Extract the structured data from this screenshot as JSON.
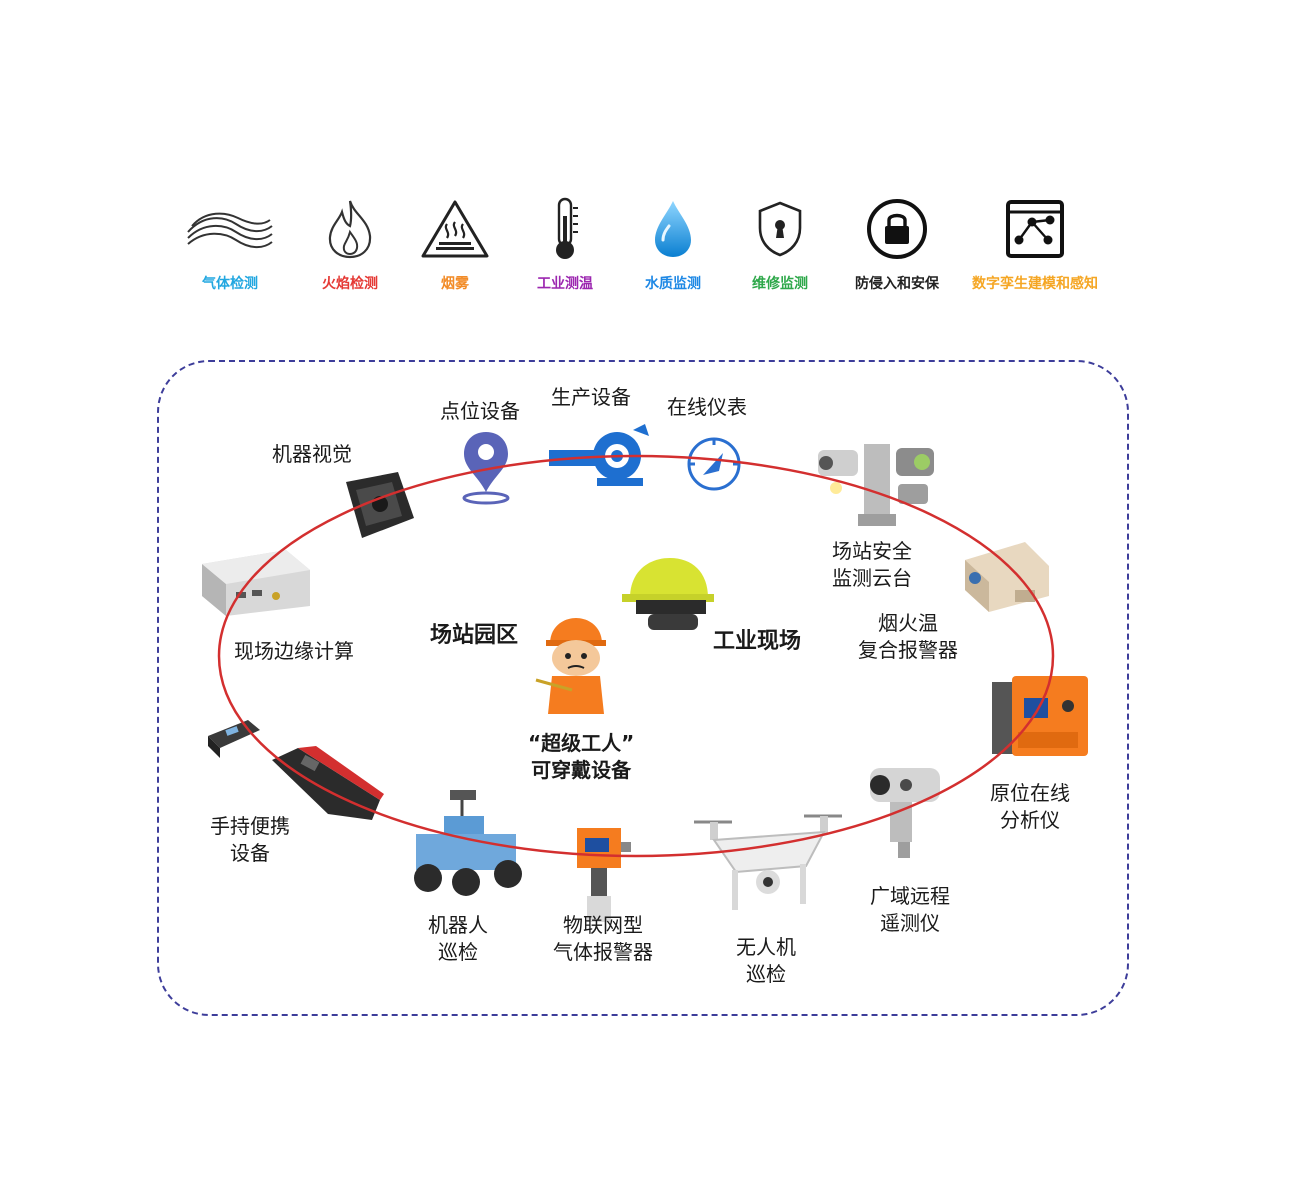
{
  "categories": [
    {
      "label": "气体检测",
      "color": "#22a7e0",
      "icon": "wind-icon"
    },
    {
      "label": "火焰检测",
      "color": "#e53935",
      "icon": "flame-icon"
    },
    {
      "label": "烟雾",
      "color": "#f28c28",
      "icon": "hot-surface-warning-icon"
    },
    {
      "label": "工业测温",
      "color": "#9c27b0",
      "icon": "thermometer-icon"
    },
    {
      "label": "水质监测",
      "color": "#1e88e5",
      "icon": "water-drop-icon"
    },
    {
      "label": "维修监测",
      "color": "#2ea84a",
      "icon": "shield-keyhole-icon"
    },
    {
      "label": "防侵入和安保",
      "color": "#222222",
      "icon": "padlock-icon"
    },
    {
      "label": "数字孪生建模和感知",
      "color": "#f5a623",
      "icon": "digital-twin-icon"
    }
  ],
  "diagram": {
    "ring_color": "#d32f2f",
    "frame_color": "#3d3d9a",
    "center": {
      "zone1": "场站园区",
      "zone2": "工业现场",
      "worker_line1": "“超级工人”",
      "worker_line2": "可穿戴设备"
    },
    "nodes": {
      "point_device": "点位设备",
      "production_device": "生产设备",
      "online_meter": "在线仪表",
      "machine_vision": "机器视觉",
      "edge_computing": "现场边缘计算",
      "station_ptz_line1": "场站安全",
      "station_ptz_line2": "监测云台",
      "smoke_fire_line1": "烟火温",
      "smoke_fire_line2": "复合报警器",
      "in_situ_line1": "原位在线",
      "in_situ_line2": "分析仪",
      "wide_area_line1": "广域远程",
      "wide_area_line2": "遥测仪",
      "drone_line1": "无人机",
      "drone_line2": "巡检",
      "iot_gas_line1": "物联网型",
      "iot_gas_line2": "气体报警器",
      "robot_line1": "机器人",
      "robot_line2": "巡检",
      "handheld_line1": "手持便携",
      "handheld_line2": "设备"
    }
  }
}
